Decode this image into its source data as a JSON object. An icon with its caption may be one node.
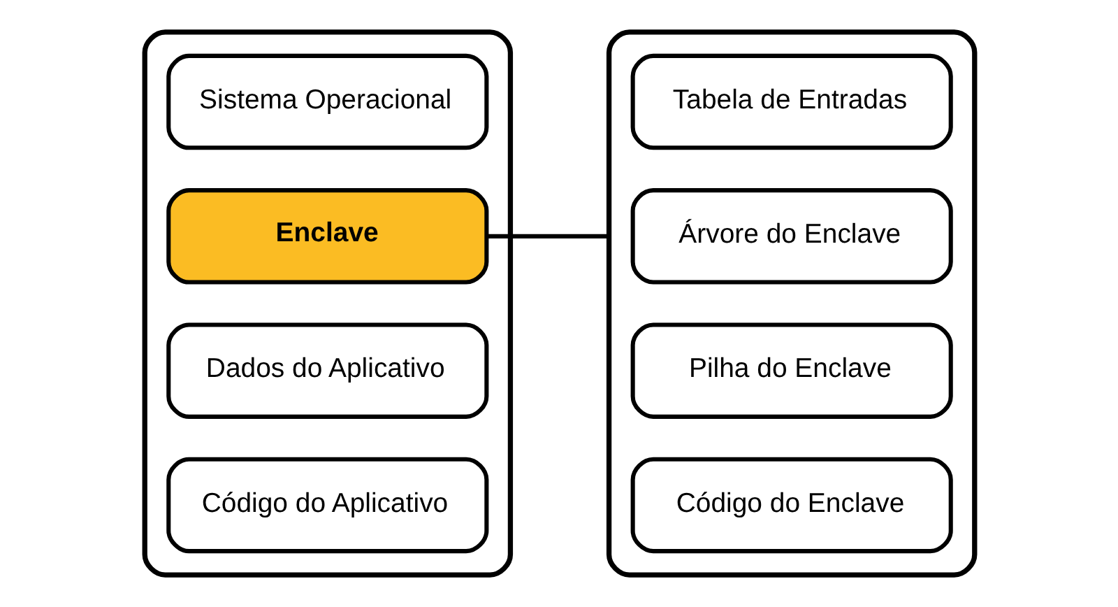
{
  "diagram": {
    "nodes": [
      {
        "text": [],
        "shape": "box"
      },
      {
        "text": [
          "Sistema Operacional"
        ],
        "in": 0
      },
      {
        "text": [
          "Enclave"
        ],
        "in": 0
      },
      {
        "text": [
          "Dados do Aplicativo"
        ],
        "in": 0
      },
      {
        "text": [
          "Código do Aplicativo"
        ],
        "in": 0
      },
      {
        "text": [],
        "shape": "box"
      },
      {
        "text": [
          "Tabela de Entradas"
        ],
        "in": 5
      },
      {
        "text": [
          "Árvore do Enclave"
        ],
        "in": 5
      },
      {
        "text": [
          "Pilha do Enclave"
        ],
        "in": 5
      },
      {
        "text": [
          "Código do Enclave"
        ],
        "in": 5
      }
    ],
    "edges": [
      {
        "from": 2,
        "to": 5,
        "arrow": "none"
      }
    ]
  }
}
